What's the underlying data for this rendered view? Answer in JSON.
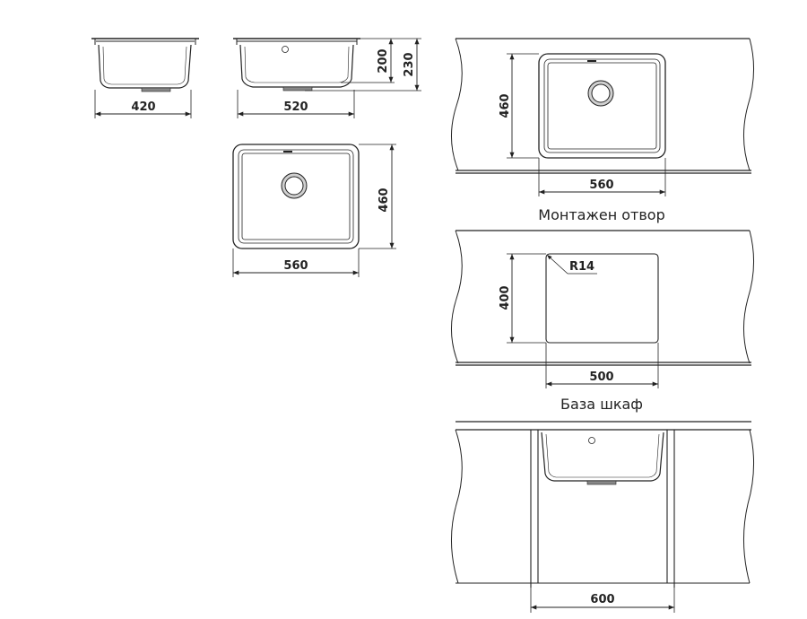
{
  "dimensions": {
    "side_width": "420",
    "front_width": "520",
    "depth_inner": "200",
    "depth_total": "230",
    "top_width": "560",
    "top_height": "460",
    "install_width": "560",
    "install_height": "460",
    "cutout_width": "500",
    "cutout_height": "400",
    "cutout_radius": "R14",
    "cabinet_width": "600"
  },
  "captions": {
    "installation": "Монтажен отвор",
    "cabinet": "База шкаф"
  }
}
